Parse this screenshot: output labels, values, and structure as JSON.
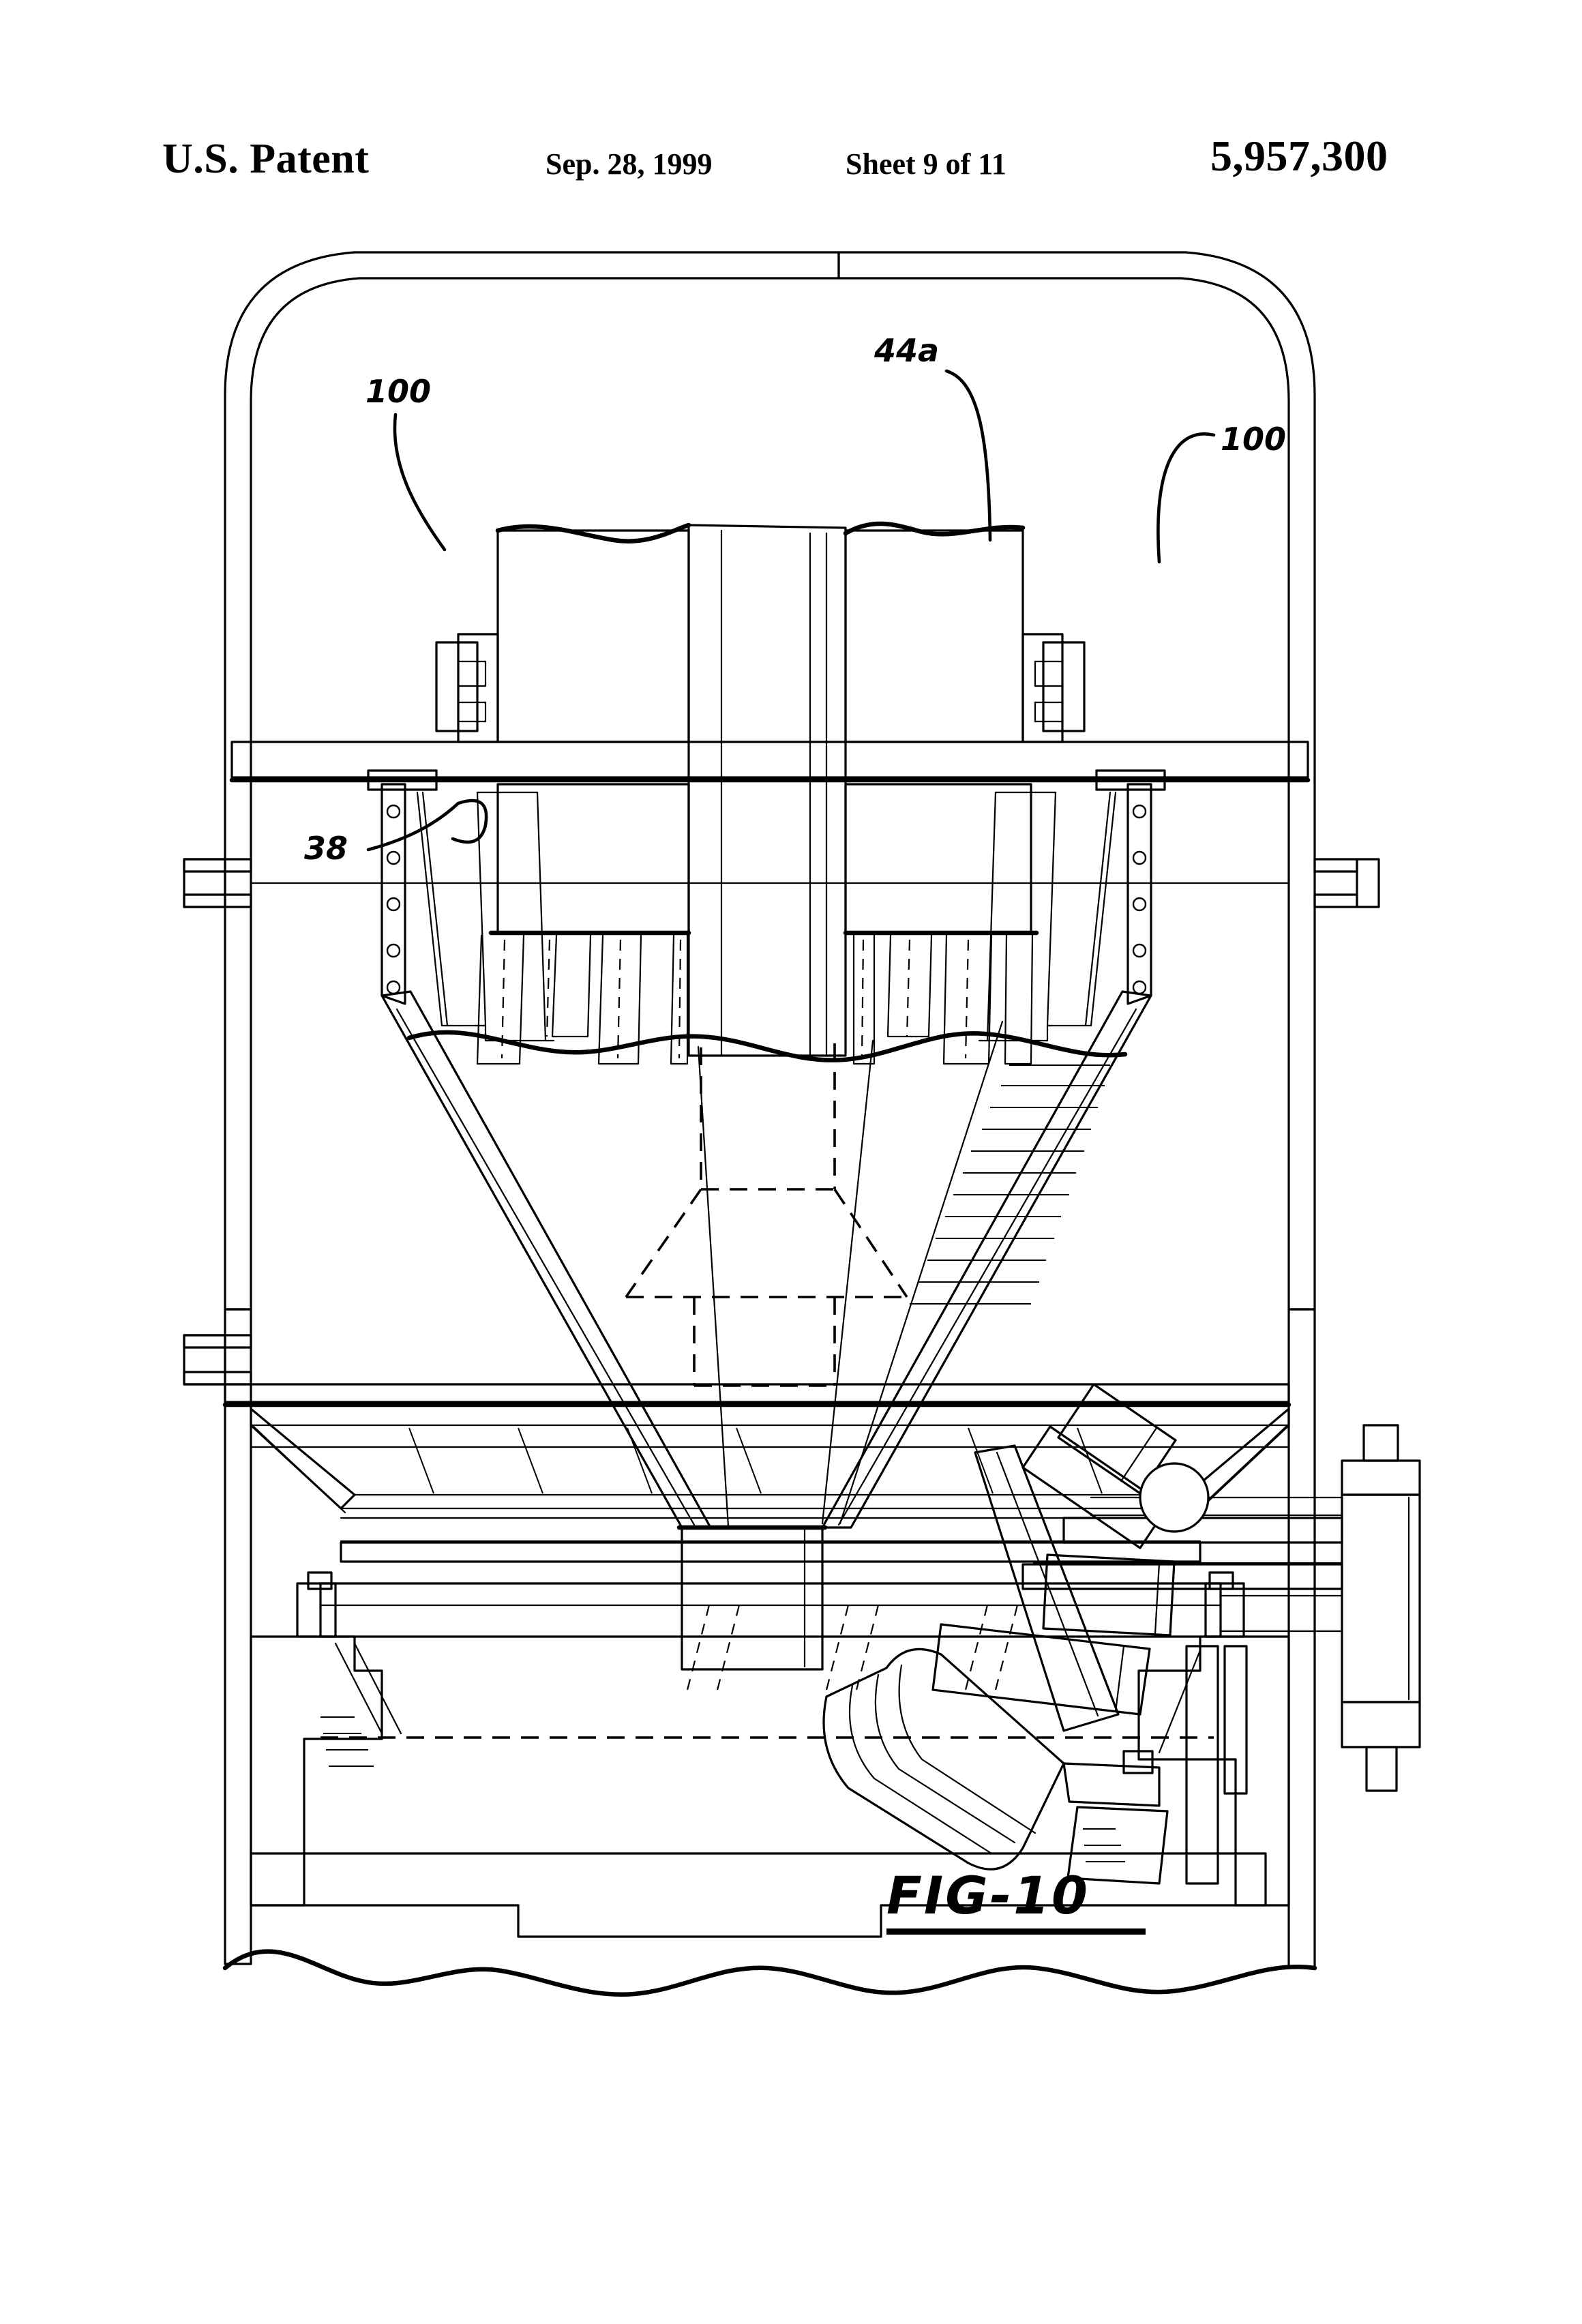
{
  "header": {
    "office": "U.S. Patent",
    "date": "Sep. 28, 1999",
    "sheet": "Sheet 9 of 11",
    "patent_number": "5,957,300"
  },
  "figure": {
    "caption": "FIG-10",
    "reference_numerals": [
      {
        "id": "ref-44a",
        "label": "44a"
      },
      {
        "id": "ref-100-left",
        "label": "100"
      },
      {
        "id": "ref-100-right",
        "label": "100"
      },
      {
        "id": "ref-38",
        "label": "38"
      }
    ]
  },
  "colors": {
    "ink": "#000000",
    "paper": "#ffffff"
  }
}
